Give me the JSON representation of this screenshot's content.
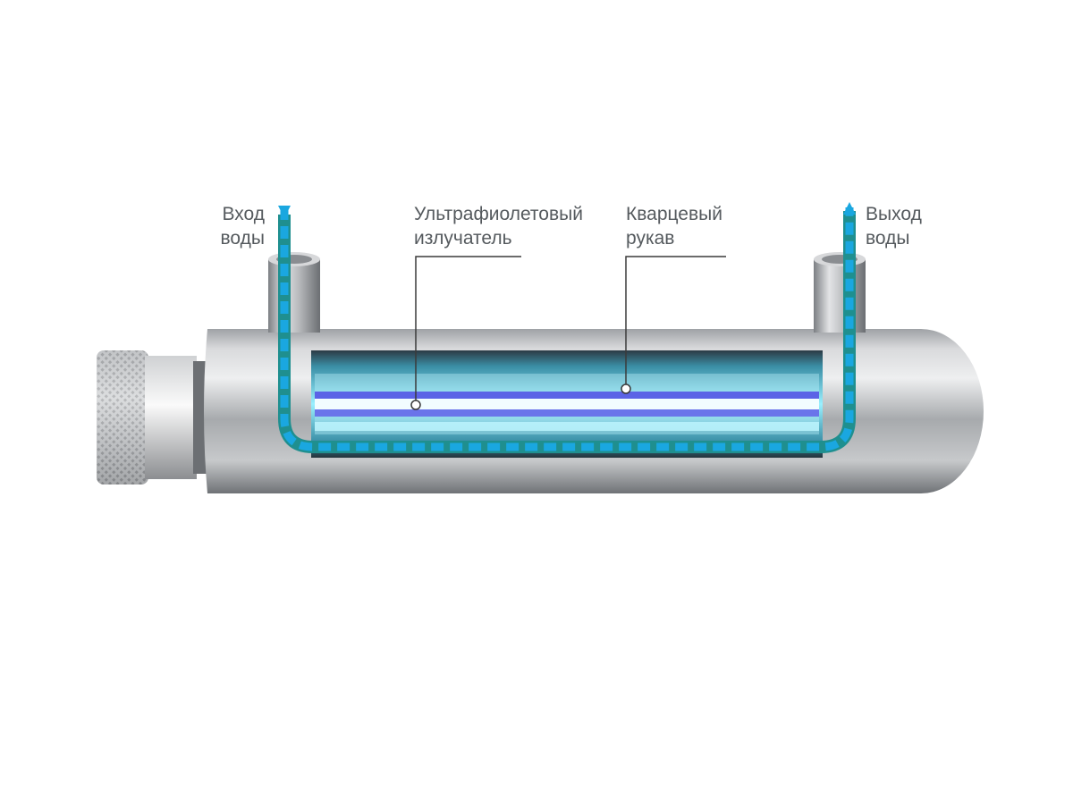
{
  "labels": {
    "inlet": {
      "line1": "Вход",
      "line2": "воды"
    },
    "uv_lamp": {
      "line1": "Ультрафиолетовый",
      "line2": "излучатель"
    },
    "quartz_sleeve": {
      "line1": "Кварцевый",
      "line2": "рукав"
    },
    "outlet": {
      "line1": "Выход",
      "line2": "воды"
    }
  },
  "colors": {
    "background": "#ffffff",
    "label_text": "#555a5e",
    "leader_line": "#3a3a3a",
    "water_flow": "#1aa7e0",
    "water_channel": "#1f8f8f",
    "uv_glow": "#7fe8ff",
    "uv_core": "#5b63e6",
    "steel_light": "#e6e7e9",
    "steel_dark": "#6d7074"
  },
  "icons": [
    "knurled-cap-icon",
    "flow-arrow-icon"
  ]
}
